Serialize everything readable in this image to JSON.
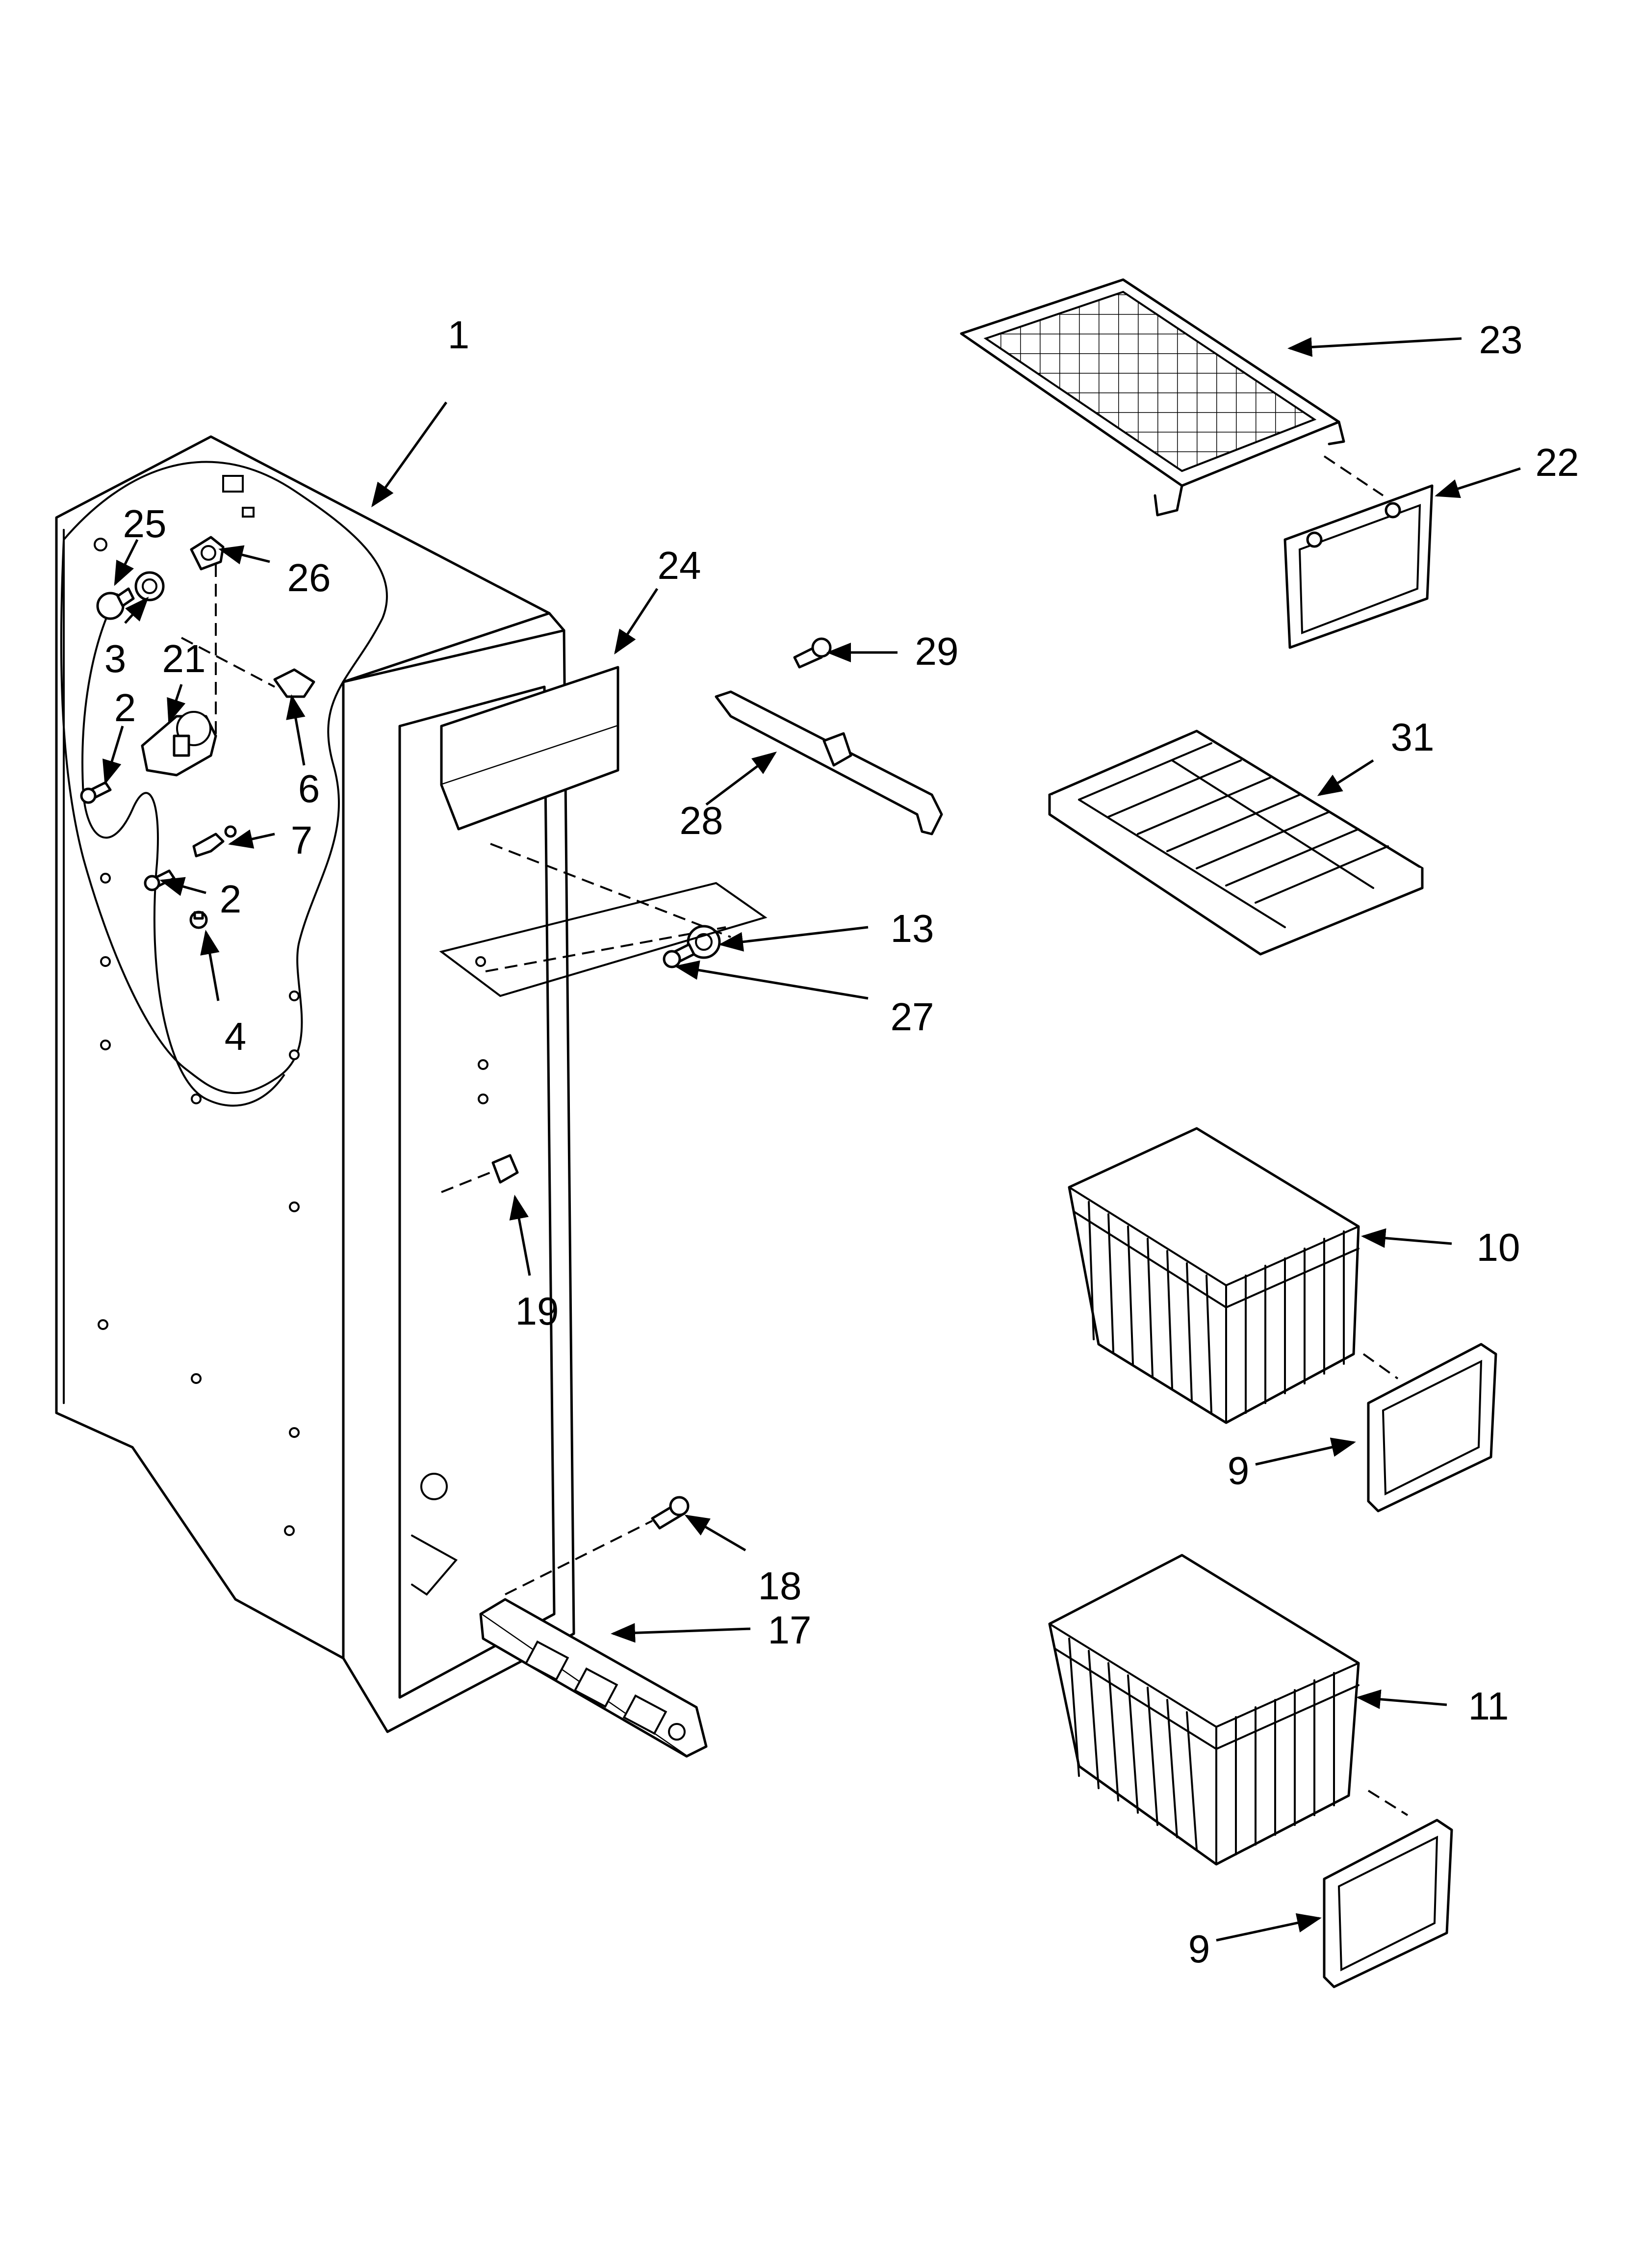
{
  "callouts": [
    {
      "id": "c1",
      "label": "1"
    },
    {
      "id": "c2a",
      "label": "2"
    },
    {
      "id": "c2b",
      "label": "2"
    },
    {
      "id": "c3",
      "label": "3"
    },
    {
      "id": "c4",
      "label": "4"
    },
    {
      "id": "c6",
      "label": "6"
    },
    {
      "id": "c7",
      "label": "7"
    },
    {
      "id": "c9a",
      "label": "9"
    },
    {
      "id": "c9b",
      "label": "9"
    },
    {
      "id": "c10",
      "label": "10"
    },
    {
      "id": "c11",
      "label": "11"
    },
    {
      "id": "c13",
      "label": "13"
    },
    {
      "id": "c17",
      "label": "17"
    },
    {
      "id": "c18",
      "label": "18"
    },
    {
      "id": "c19",
      "label": "19"
    },
    {
      "id": "c21",
      "label": "21"
    },
    {
      "id": "c22",
      "label": "22"
    },
    {
      "id": "c23",
      "label": "23"
    },
    {
      "id": "c24",
      "label": "24"
    },
    {
      "id": "c25",
      "label": "25"
    },
    {
      "id": "c26",
      "label": "26"
    },
    {
      "id": "c27",
      "label": "27"
    },
    {
      "id": "c28",
      "label": "28"
    },
    {
      "id": "c29",
      "label": "29"
    },
    {
      "id": "c31",
      "label": "31"
    }
  ]
}
